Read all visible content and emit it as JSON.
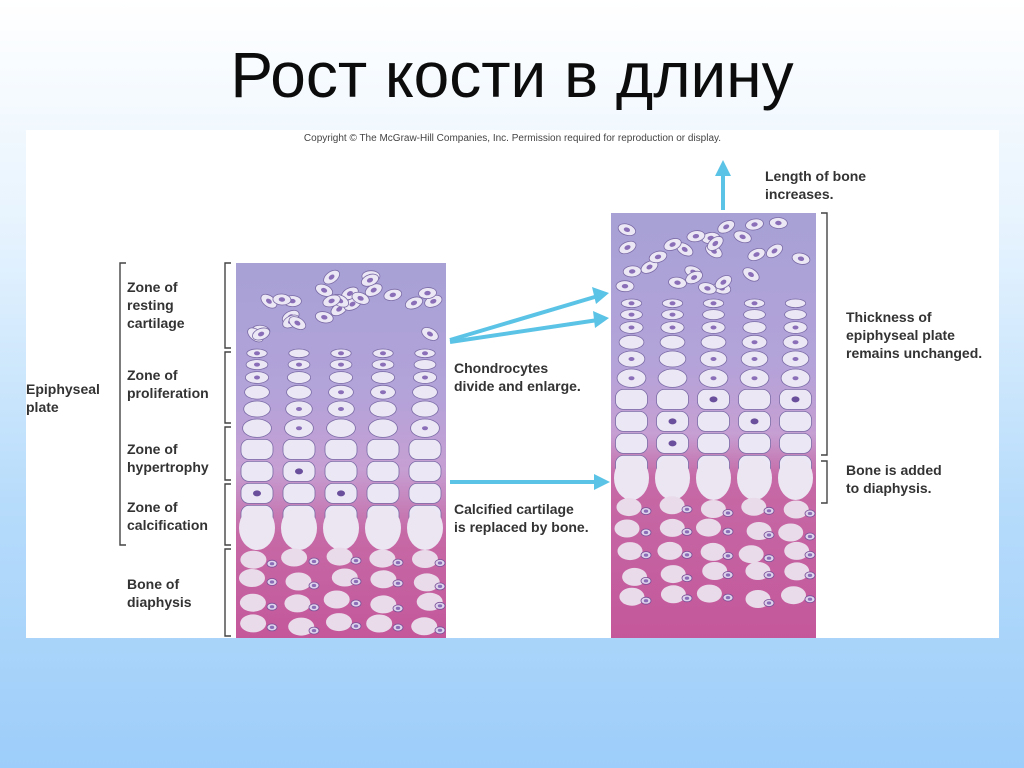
{
  "title": "Рост кости в длину",
  "copyright": "Copyright © The McGraw-Hill Companies, Inc. Permission required for reproduction or display.",
  "labels": {
    "epiphyseal_plate": "Epiphyseal\nplate",
    "zone_resting": "Zone of\nresting\ncartilage",
    "zone_proliferation": "Zone of\nproliferation",
    "zone_hypertrophy": "Zone of\nhypertrophy",
    "zone_calcification": "Zone of\ncalcification",
    "bone_diaphysis": "Bone of\ndiaphysis",
    "chondrocytes": "Chondrocytes\ndivide and enlarge.",
    "calcified": "Calcified cartilage\nis replaced by bone.",
    "length_increases": "Length of bone\nincreases.",
    "thickness": "Thickness of\nepiphyseal plate\nremains unchanged.",
    "bone_added": "Bone is added\nto diaphysis."
  },
  "colors": {
    "cartilage_top": "#a99fd4",
    "cartilage_mid": "#b7a6d8",
    "bone_matrix": "#c75b9b",
    "cell": "#ebe7f4",
    "nucleus": "#8a6fb8",
    "arrow": "#5bc3e6",
    "bracket": "#444444"
  }
}
